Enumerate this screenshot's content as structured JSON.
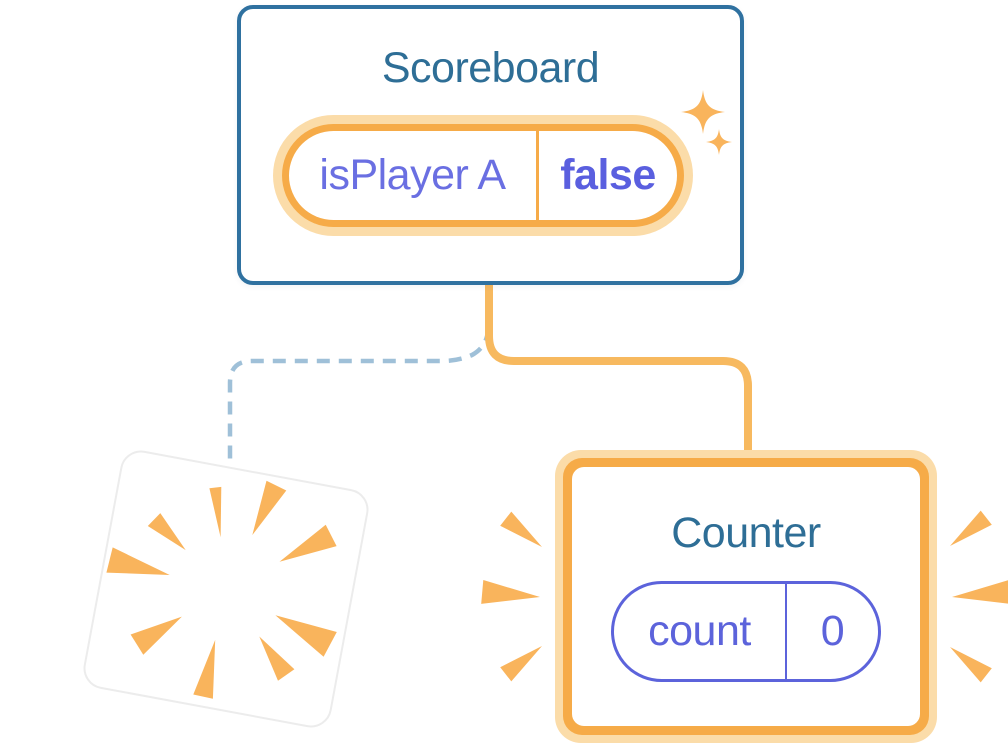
{
  "palette": {
    "background": "#FFFFFF",
    "card_border_blue": "#2F71A0",
    "title_blue": "#2E6E96",
    "orange_ring": "#F6AB48",
    "orange_glow": "#FBDCA9",
    "orange_line": "#F7B95F",
    "orange_burst": "#F9B45C",
    "purple_text": "#6A6FE2",
    "purple_bold": "#5A5FDF",
    "purple_pill": "#5C63DB",
    "dashed_blue": "#9FC0D8"
  },
  "scoreboard": {
    "title": "Scoreboard",
    "state": {
      "key": "isPlayer A",
      "value": "false"
    }
  },
  "counter": {
    "title": "Counter",
    "state": {
      "key": "count",
      "value": "0"
    }
  },
  "icons": {
    "sparkles_icon": "two four-point stars",
    "explosion_burst_icon": "radial wedge rays",
    "emphasis_burst_icon": "side wedge rays"
  }
}
